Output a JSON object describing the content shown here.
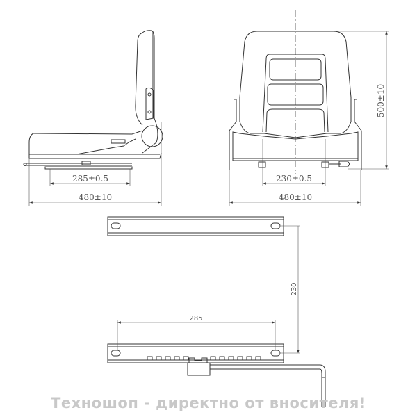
{
  "side_view": {
    "depth_dim": "285±0.5",
    "width_dim": "480±10"
  },
  "front_view": {
    "mount_dim": "230±0.5",
    "width_dim": "480±10",
    "height_dim": "500±10"
  },
  "rails": {
    "length_dim": "285",
    "spacing_dim": "230"
  },
  "watermark": "Техношоп - директно от вносителя!"
}
